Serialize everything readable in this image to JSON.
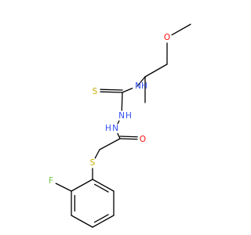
{
  "colors": {
    "background": "#ffffff",
    "bond": "#000000",
    "oxygen": "#ff0d0d",
    "nitrogen": "#3050f8",
    "sulfur": "#c8b000",
    "fluorine": "#6ac849"
  },
  "atoms": [
    {
      "id": "o_ether",
      "element": "O",
      "label": "O",
      "color_key": "oxygen"
    },
    {
      "id": "n_amine",
      "element": "N",
      "label": "N",
      "color_key": "nitrogen"
    },
    {
      "id": "h_amine",
      "element": "H",
      "label": "H",
      "color_key": "nitrogen"
    },
    {
      "id": "s_thione",
      "element": "S",
      "label": "S",
      "color_key": "sulfur"
    },
    {
      "id": "n_hydrazide_upper",
      "element": "N",
      "label": "N",
      "color_key": "nitrogen"
    },
    {
      "id": "h_hydrazide_upper",
      "element": "H",
      "label": "H",
      "color_key": "nitrogen"
    },
    {
      "id": "n_hydrazide_lower",
      "element": "N",
      "label": "N",
      "color_key": "nitrogen"
    },
    {
      "id": "h_hydrazide_lower",
      "element": "H",
      "label": "H",
      "color_key": "nitrogen"
    },
    {
      "id": "o_carbonyl",
      "element": "O",
      "label": "O",
      "color_key": "oxygen"
    },
    {
      "id": "s_thioether",
      "element": "S",
      "label": "S",
      "color_key": "sulfur"
    },
    {
      "id": "f_aryl",
      "element": "F",
      "label": "F",
      "color_key": "fluorine"
    }
  ]
}
